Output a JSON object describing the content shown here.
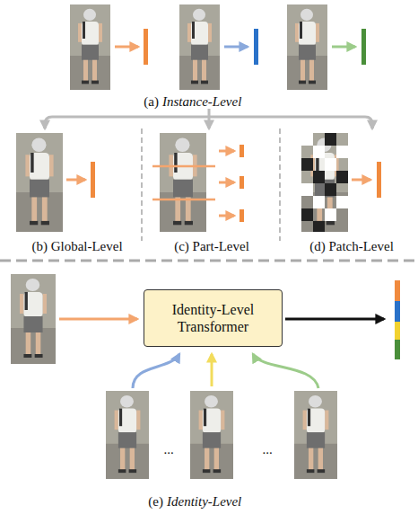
{
  "diagram": {
    "nodes": [
      {
        "text": [
          "Identity-Level Transformer"
        ]
      }
    ],
    "labels": [
      "(a)",
      "Instance-Level",
      "(b) Global-Level",
      "(c) Part-Level",
      "(d) Patch-Level",
      "...",
      "...",
      "(e)",
      "Identity-Level"
    ]
  }
}
